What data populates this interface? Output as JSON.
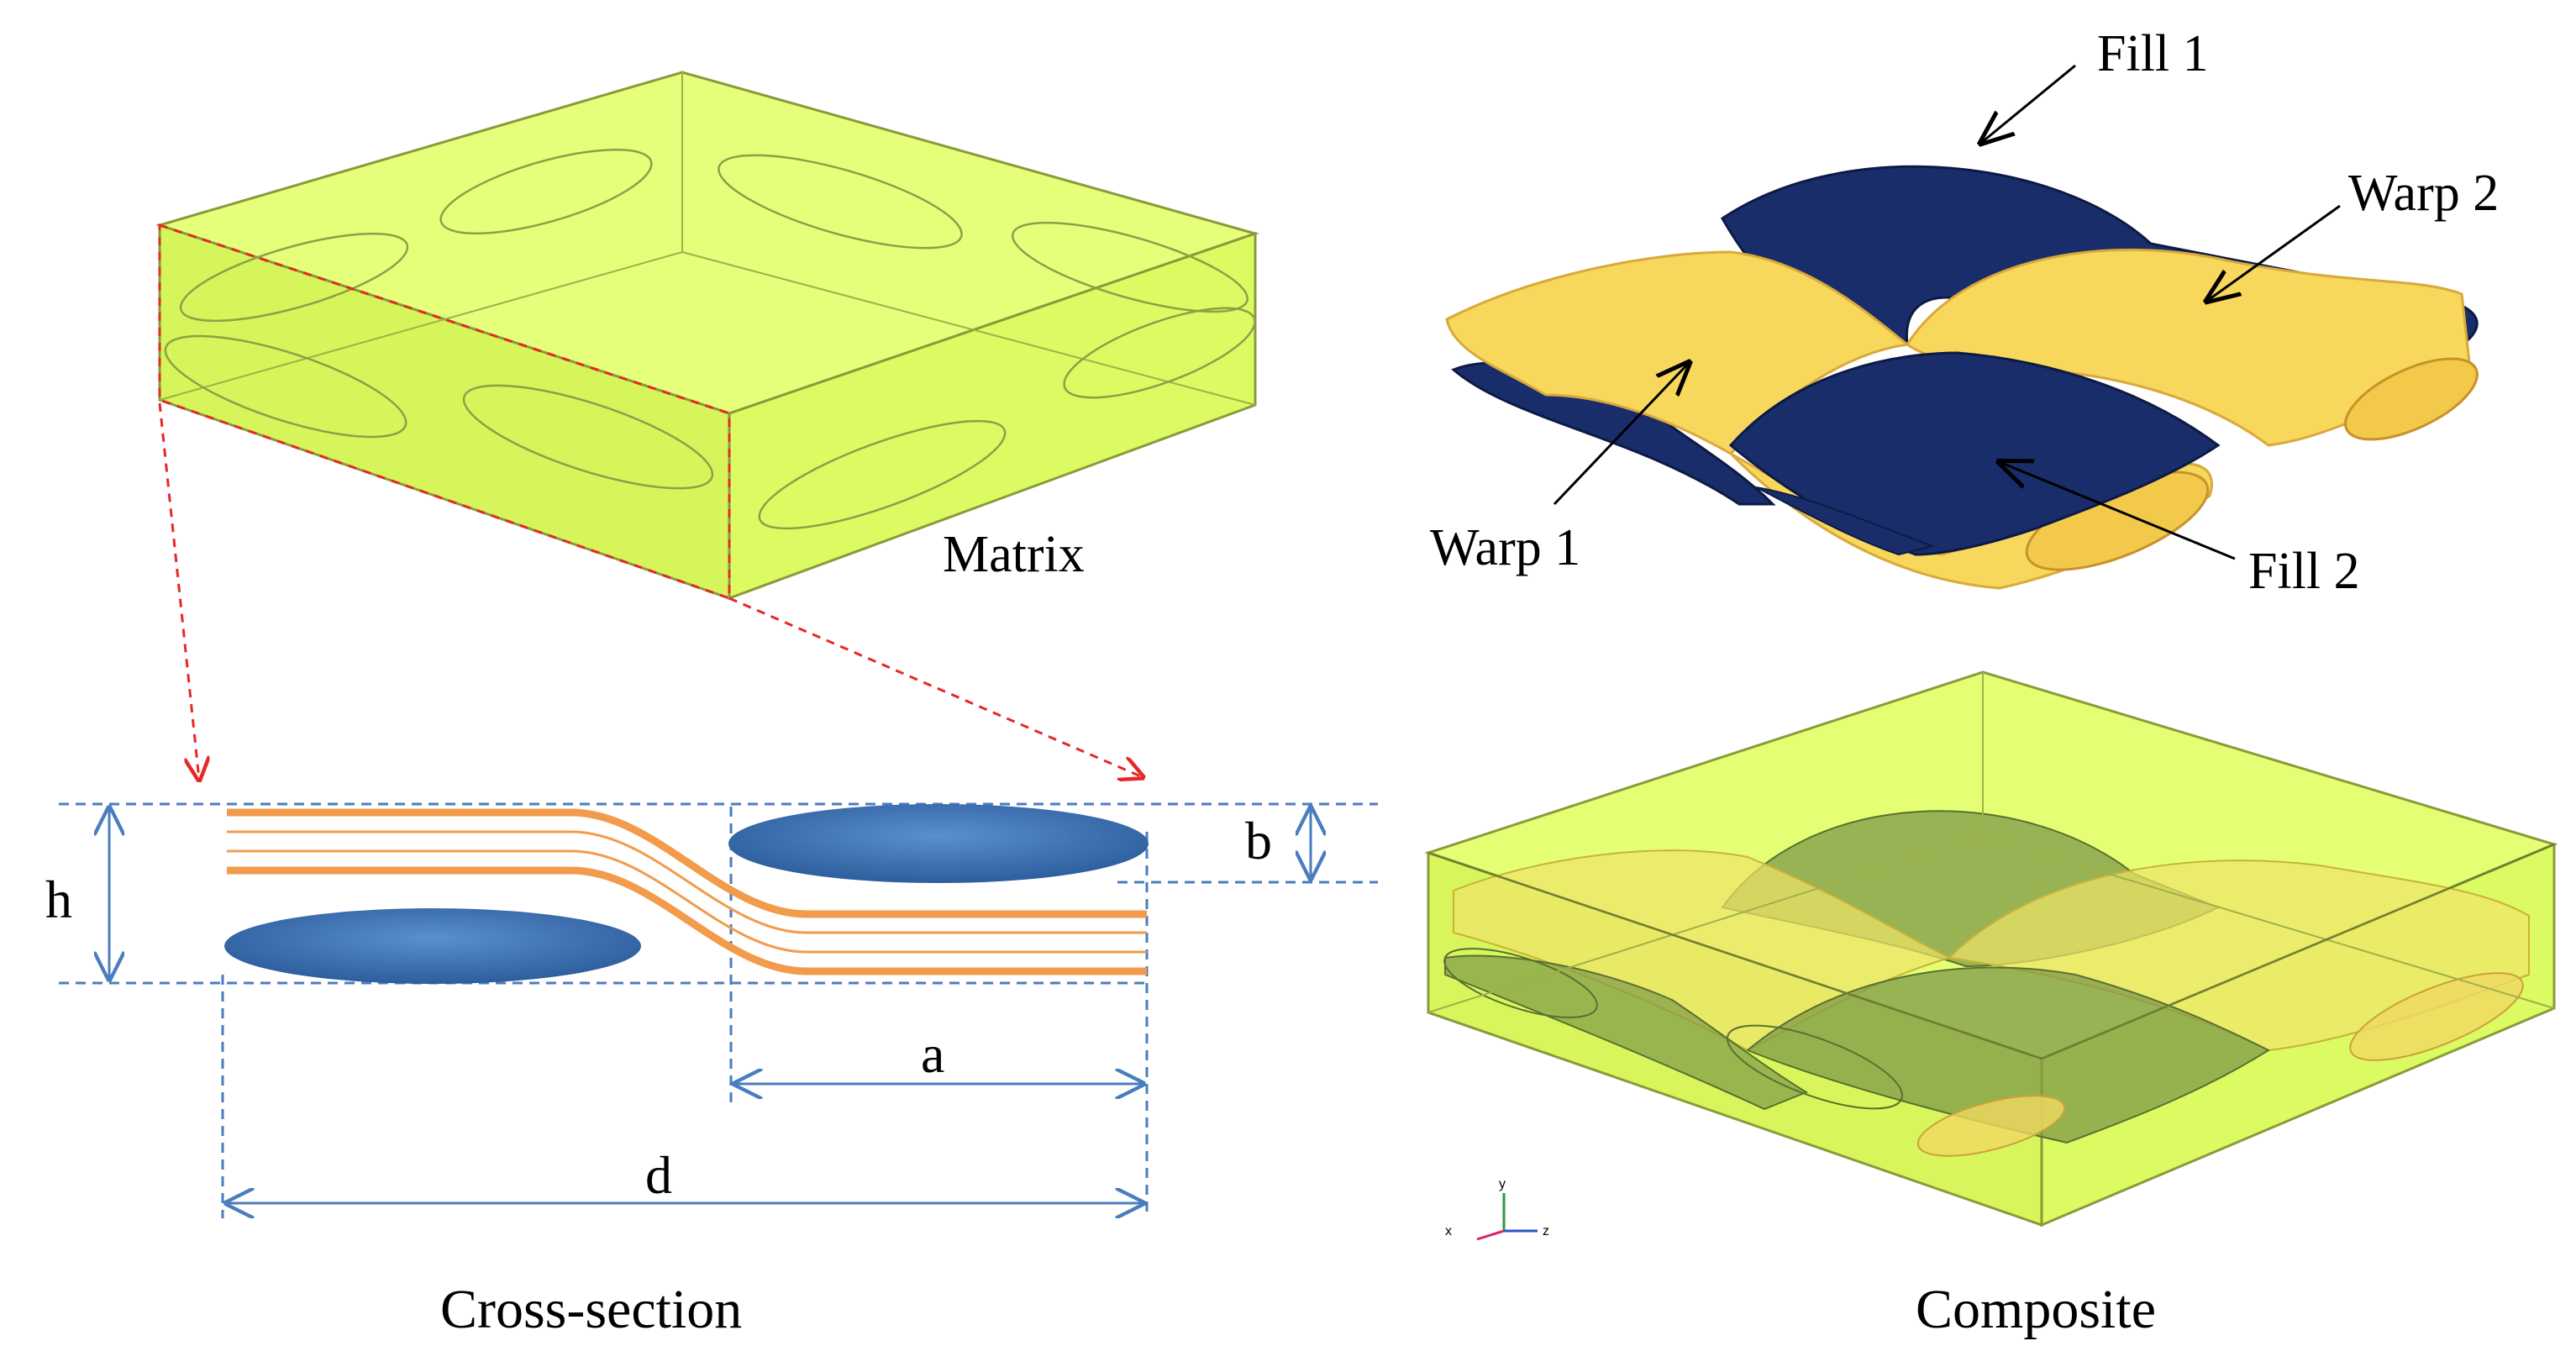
{
  "colors": {
    "matrix": "#ddff5a",
    "matrix_edge": "#8a9a3a",
    "fill_tow": "#1a2d6b",
    "warp_tow": "#f7d85c",
    "cross_ellipse": "#3c72b4",
    "yarn_line": "#f29b4c",
    "dimension_line": "#4a7dbf",
    "guide_arrow": "#e62828"
  },
  "panels": {
    "matrix": {
      "label": "Matrix"
    },
    "tows": {
      "fill1": "Fill 1",
      "fill2": "Fill 2",
      "warp1": "Warp 1",
      "warp2": "Warp 2"
    },
    "cross_section": {
      "caption": "Cross-section",
      "h": "h",
      "b": "b",
      "a": "a",
      "d": "d"
    },
    "composite": {
      "caption": "Composite",
      "axes": {
        "x": "x",
        "y": "y",
        "z": "z"
      }
    }
  }
}
